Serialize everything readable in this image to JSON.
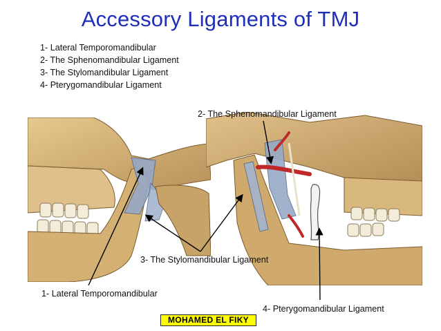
{
  "slide": {
    "title": "Accessory Ligaments of TMJ",
    "ligament_list": [
      "1- Lateral Temporomandibular",
      "2- The Sphenomandibular Ligament",
      "3- The Stylomandibular Ligament",
      "4- Pterygomandibular Ligament"
    ],
    "callouts": {
      "sphenomandibular": "2- The Sphenomandibular Ligament",
      "stylomandibular": "3- The Stylomandibular Ligament",
      "lateral_temporomandibular": "1- Lateral Temporomandibular",
      "pterygomandibular": "4- Pterygomandibular Ligament"
    },
    "author_label": "MOHAMED EL FIKY"
  },
  "colors": {
    "title": "#1f2fb8",
    "bone": "#d9b87a",
    "ligament": "#8fa3c2",
    "artery": "#c0282a",
    "signature_bg": "#ffff00"
  }
}
